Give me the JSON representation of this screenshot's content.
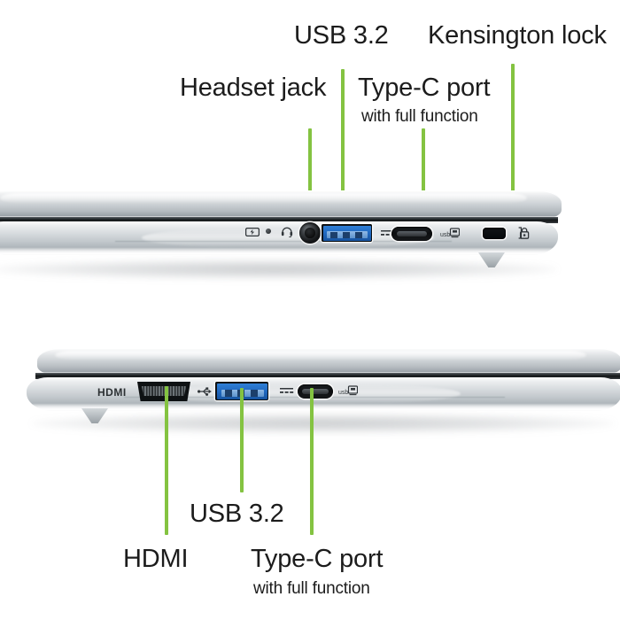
{
  "diagram": {
    "title": "Laptop port layout callout diagram",
    "accent_green": "#84c341",
    "text_color": "#1c1c1c"
  },
  "top_view": {
    "name": "right-side-ports-view",
    "callouts": [
      {
        "id": "headset-jack",
        "label": "Headset jack",
        "sublabel": "",
        "port_type": "3.5mm-audio-jack"
      },
      {
        "id": "usb-32",
        "label": "USB 3.2",
        "sublabel": "",
        "port_type": "usb-a"
      },
      {
        "id": "type-c-port",
        "label": "Type-C port",
        "sublabel": "with full function",
        "port_type": "usb-c"
      },
      {
        "id": "kensington-lock",
        "label": "Kensington lock",
        "sublabel": "",
        "port_type": "lock-slot"
      }
    ],
    "silkscreen": [
      "battery-charge-icon",
      "power-led-icon",
      "headset-icon",
      "usb-trident-icon",
      "dc-power-icon",
      "usb-display-icon",
      "kensington-lock-icon"
    ]
  },
  "bottom_view": {
    "name": "left-side-ports-view",
    "callouts": [
      {
        "id": "hdmi",
        "label": "HDMI",
        "sublabel": "",
        "port_type": "hdmi"
      },
      {
        "id": "usb-32-left",
        "label": "USB 3.2",
        "sublabel": "",
        "port_type": "usb-a"
      },
      {
        "id": "type-c-port-left",
        "label": "Type-C port",
        "sublabel": "with full function",
        "port_type": "usb-c"
      }
    ],
    "silkscreen": [
      "hdmi-wordmark",
      "usb-trident-icon",
      "dc-power-icon",
      "usb-display-icon"
    ],
    "hdmi_wordmark": "HDMI",
    "usb_display_wordmark": "usb"
  }
}
